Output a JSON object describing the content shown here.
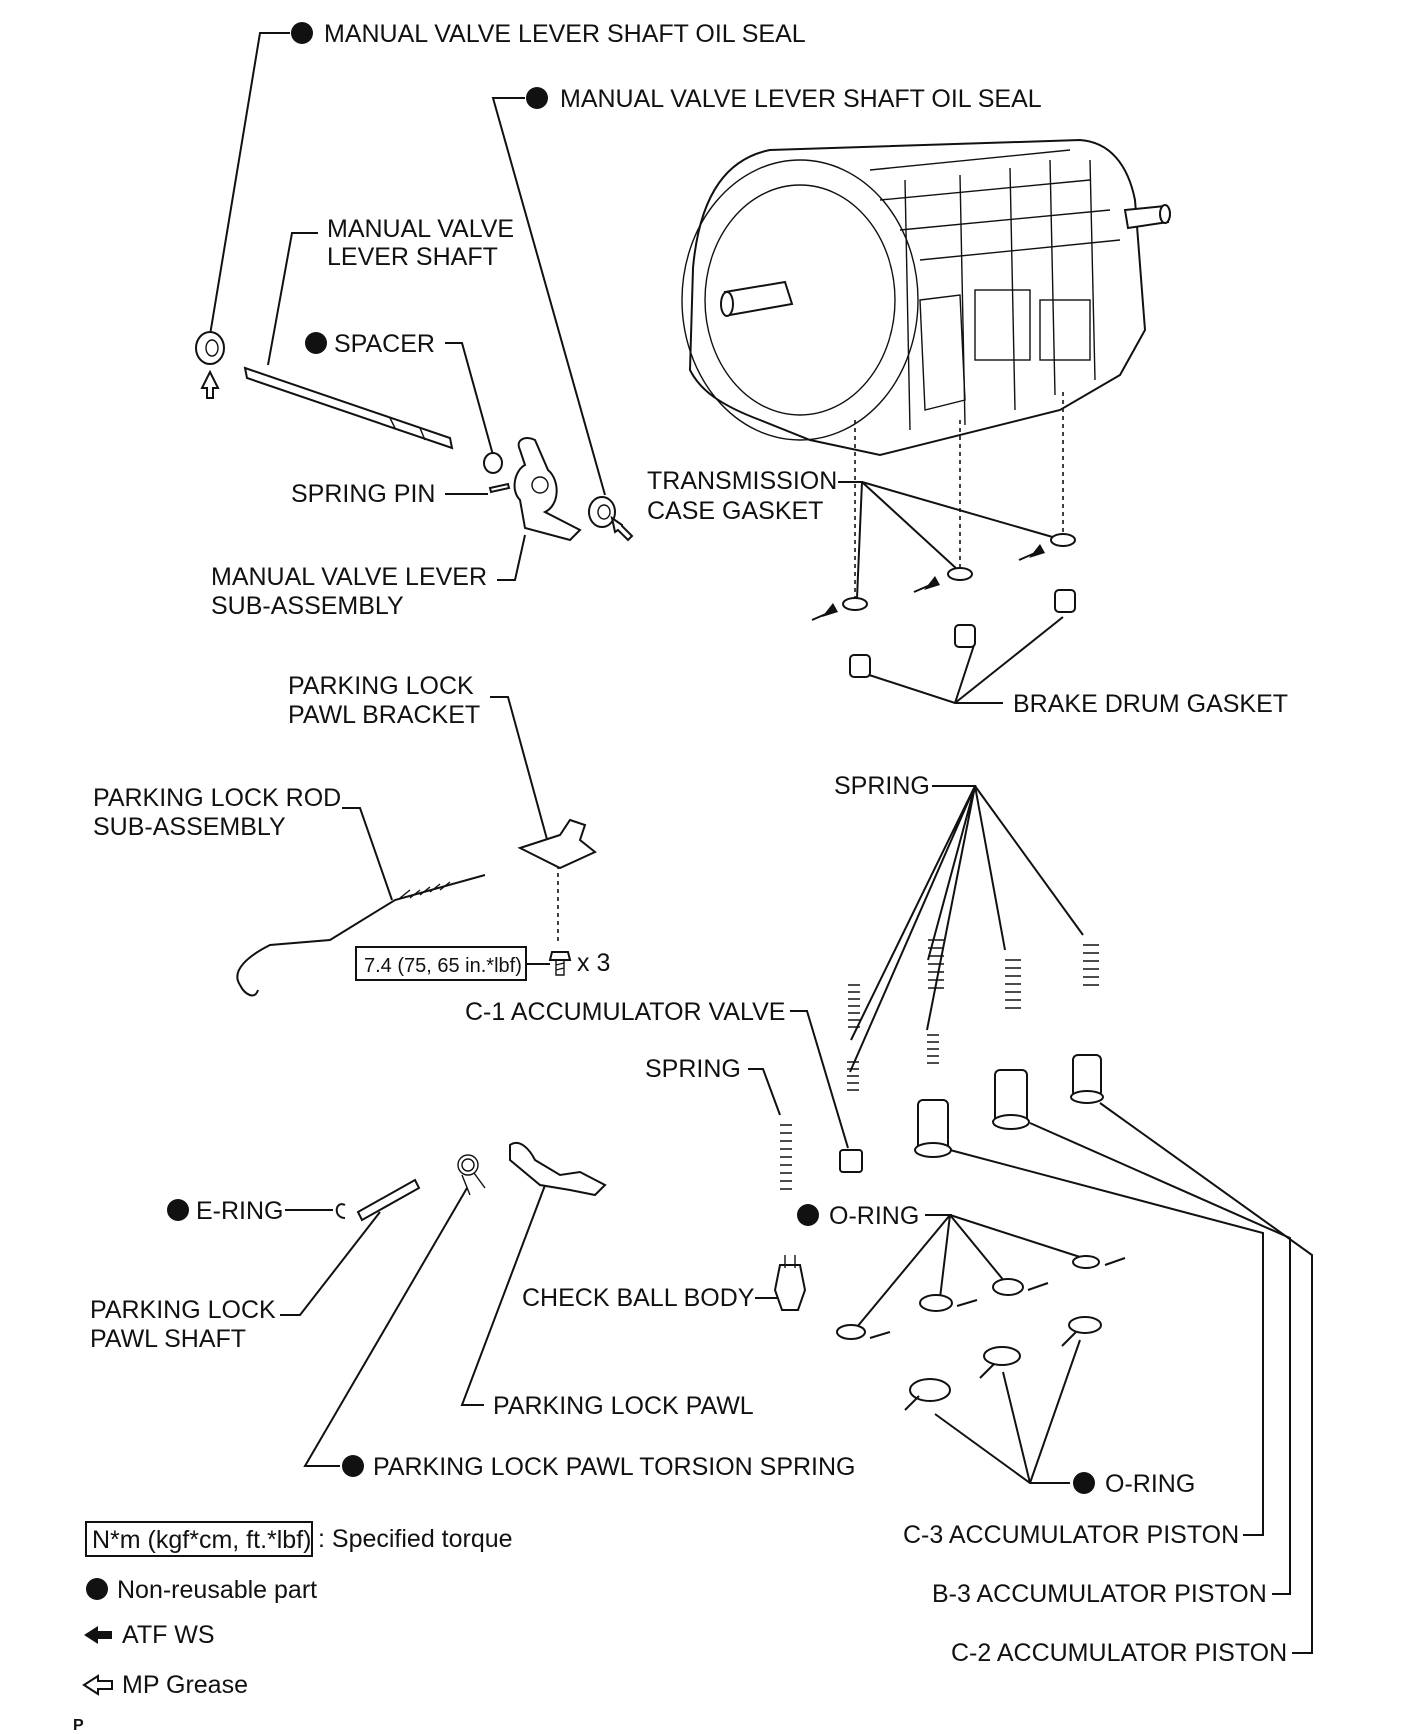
{
  "labels": {
    "manual_valve_lever_shaft_oil_seal_1": "MANUAL VALVE LEVER SHAFT OIL SEAL",
    "manual_valve_lever_shaft_oil_seal_2": "MANUAL VALVE LEVER SHAFT OIL SEAL",
    "manual_valve_lever_shaft_line1": "MANUAL VALVE",
    "manual_valve_lever_shaft_line2": "LEVER SHAFT",
    "spacer": "SPACER",
    "spring_pin": "SPRING PIN",
    "manual_valve_lever_sub_line1": "MANUAL VALVE LEVER",
    "manual_valve_lever_sub_line2": "SUB-ASSEMBLY",
    "transmission_case_gasket_line1": "TRANSMISSION",
    "transmission_case_gasket_line2": "CASE GASKET",
    "brake_drum_gasket": "BRAKE DRUM GASKET",
    "parking_lock_pawl_bracket_line1": "PARKING LOCK",
    "parking_lock_pawl_bracket_line2": "PAWL BRACKET",
    "parking_lock_rod_line1": "PARKING LOCK ROD",
    "parking_lock_rod_line2": "SUB-ASSEMBLY",
    "torque_box": "7.4 (75, 65 in.*lbf)",
    "torque_qty": "x 3",
    "spring_upper": "SPRING",
    "c1_accumulator_valve": "C-1 ACCUMULATOR VALVE",
    "spring_lower": "SPRING",
    "e_ring": "E-RING",
    "o_ring_upper": "O-RING",
    "check_ball_body": "CHECK BALL BODY",
    "parking_lock_pawl_shaft_line1": "PARKING LOCK",
    "parking_lock_pawl_shaft_line2": "PAWL SHAFT",
    "parking_lock_pawl": "PARKING LOCK PAWL",
    "parking_lock_pawl_torsion_spring": "PARKING LOCK PAWL TORSION SPRING",
    "o_ring_lower": "O-RING",
    "c3_accumulator_piston": "C-3 ACCUMULATOR PISTON",
    "b3_accumulator_piston": "B-3 ACCUMULATOR PISTON",
    "c2_accumulator_piston": "C-2 ACCUMULATOR PISTON"
  },
  "legend": {
    "torque_symbol": "N*m (kgf*cm, ft.*lbf)",
    "torque_text": ": Specified torque",
    "non_reusable": "Non-reusable part",
    "atf": "ATF WS",
    "mp_grease": "MP Grease"
  },
  "corner_code": "P"
}
